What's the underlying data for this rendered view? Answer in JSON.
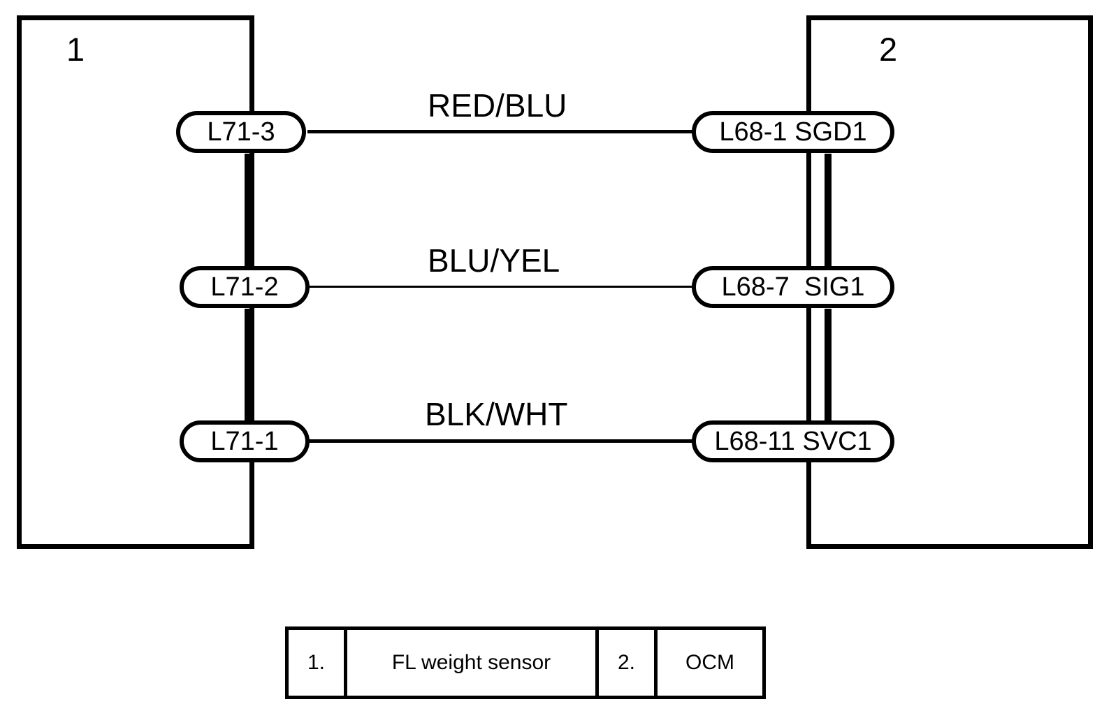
{
  "diagram": {
    "components": [
      {
        "number": "1",
        "ref": "1.",
        "name": "FL weight sensor"
      },
      {
        "number": "2",
        "ref": "2.",
        "name": "OCM"
      }
    ],
    "connections": [
      {
        "wire_color": "RED/BLU",
        "left_terminal": "L71-3",
        "right_terminal": "L68-1 SGD1"
      },
      {
        "wire_color": "BLU/YEL",
        "left_terminal": "L71-2",
        "right_terminal": "L68-7  SIG1"
      },
      {
        "wire_color": "BLK/WHT",
        "left_terminal": "L71-1",
        "right_terminal": "L68-11 SVC1"
      }
    ],
    "colors": {
      "line": "#000000",
      "background": "#ffffff"
    }
  }
}
